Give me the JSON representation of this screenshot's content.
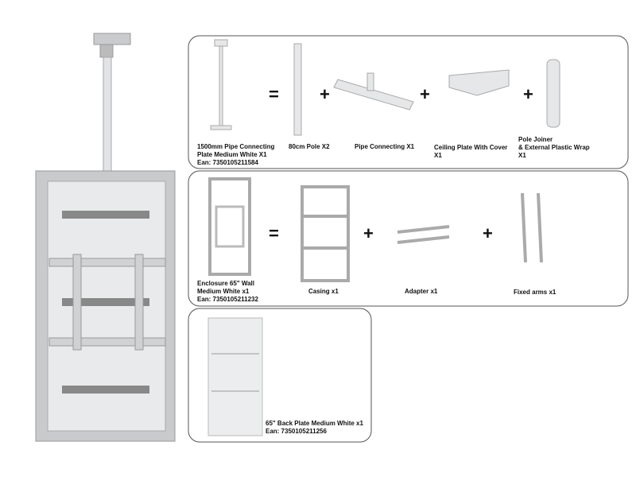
{
  "colors": {
    "metal": "#d4d6d8",
    "metal_dark": "#a9acaf",
    "border": "#555555",
    "text": "#111111"
  },
  "kits": [
    {
      "name": "1500mm Pipe Connecting",
      "name2": "Plate Medium White X1",
      "ean": "Ean: 7350105211584",
      "parts": [
        {
          "label": "80cm Pole X2"
        },
        {
          "label": "Pipe Connecting X1"
        },
        {
          "label": "Ceiling Plate With Cover",
          "label2": "X1"
        },
        {
          "label": "Pole Joiner",
          "label2": "& External Plastic Wrap",
          "label3": "X1"
        }
      ]
    },
    {
      "name": "Enclosure 65\" Wall",
      "name2": "Medium White x1",
      "ean": "Ean: 7350105211232",
      "parts": [
        {
          "label": "Casing x1"
        },
        {
          "label": "Adapter x1"
        },
        {
          "label": "Fixed arms x1"
        }
      ]
    },
    {
      "name": "65\" Back Plate Medium White x1",
      "ean": "Ean: 7350105211256",
      "parts": []
    }
  ],
  "symbols": {
    "equals": "=",
    "plus": "+"
  }
}
